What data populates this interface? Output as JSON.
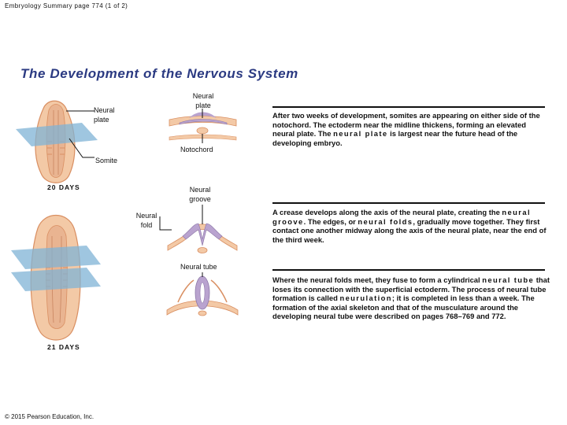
{
  "header": {
    "text": "Embryology Summary page 774 (1 of 2)"
  },
  "title": {
    "text": "The Development of the Nervous System"
  },
  "stages": [
    {
      "labels": {
        "neural_plate_left": "Neural plate",
        "neural_plate_top": "Neural plate",
        "notochord": "Notochord",
        "somite": "Somite",
        "days": "20 DAYS"
      },
      "paragraph": {
        "part1": "After two weeks of development, somites are appearing on either side of the notochord. The ectoderm near the midline thickens, forming an elevated neural plate. The ",
        "term": "neural plate",
        "part2": " is largest near the future head of the developing embryo."
      }
    },
    {
      "labels": {
        "neural_groove": "Neural groove",
        "neural_fold": "Neural fold"
      },
      "paragraph": {
        "part1": "A crease develops along the axis of the neural plate, creating the ",
        "term1": "neural groove",
        "part2": ". The edges, or ",
        "term2": "neural folds",
        "part3": ", gradually move together. They first contact one another midway along the axis of the neural plate, near the end of the third week."
      }
    },
    {
      "labels": {
        "neural_tube": "Neural tube",
        "days": "21 DAYS"
      },
      "paragraph": {
        "part1": "Where the neural folds meet, they fuse to form a cylindrical ",
        "term1": "neural tube",
        "part2": " that loses its connection with the superficial ectoderm. The process of neural tube formation is called ",
        "term2": "neurulation",
        "part3": "; it is completed in less than a week. The formation of the axial skeleton and that of the musculature around the developing neural tube were described on pages 768–769 and 772."
      }
    }
  ],
  "footer": {
    "copyright": "© 2015 Pearson Education, Inc."
  },
  "colors": {
    "title": "#2b3a82",
    "tissue": "#f3c9a6",
    "tissue_dark": "#d98f62",
    "neural": "#b9a3cf",
    "plane": "#7fb3d6"
  }
}
